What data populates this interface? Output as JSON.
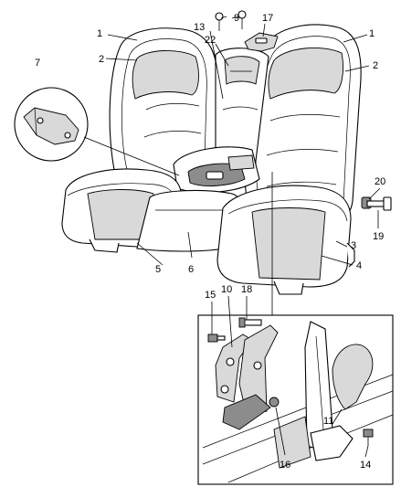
{
  "callouts": {
    "c1_left": "1",
    "c1_right": "1",
    "c2_left": "2",
    "c2_right": "2",
    "c3": "3",
    "c4": "4",
    "c5": "5",
    "c6": "6",
    "c7": "7",
    "c9": "9",
    "c10": "10",
    "c11": "11",
    "c13": "13",
    "c14": "14",
    "c15": "15",
    "c16": "16",
    "c17": "17",
    "c18": "18",
    "c19": "19",
    "c20": "20",
    "c22": "22"
  }
}
